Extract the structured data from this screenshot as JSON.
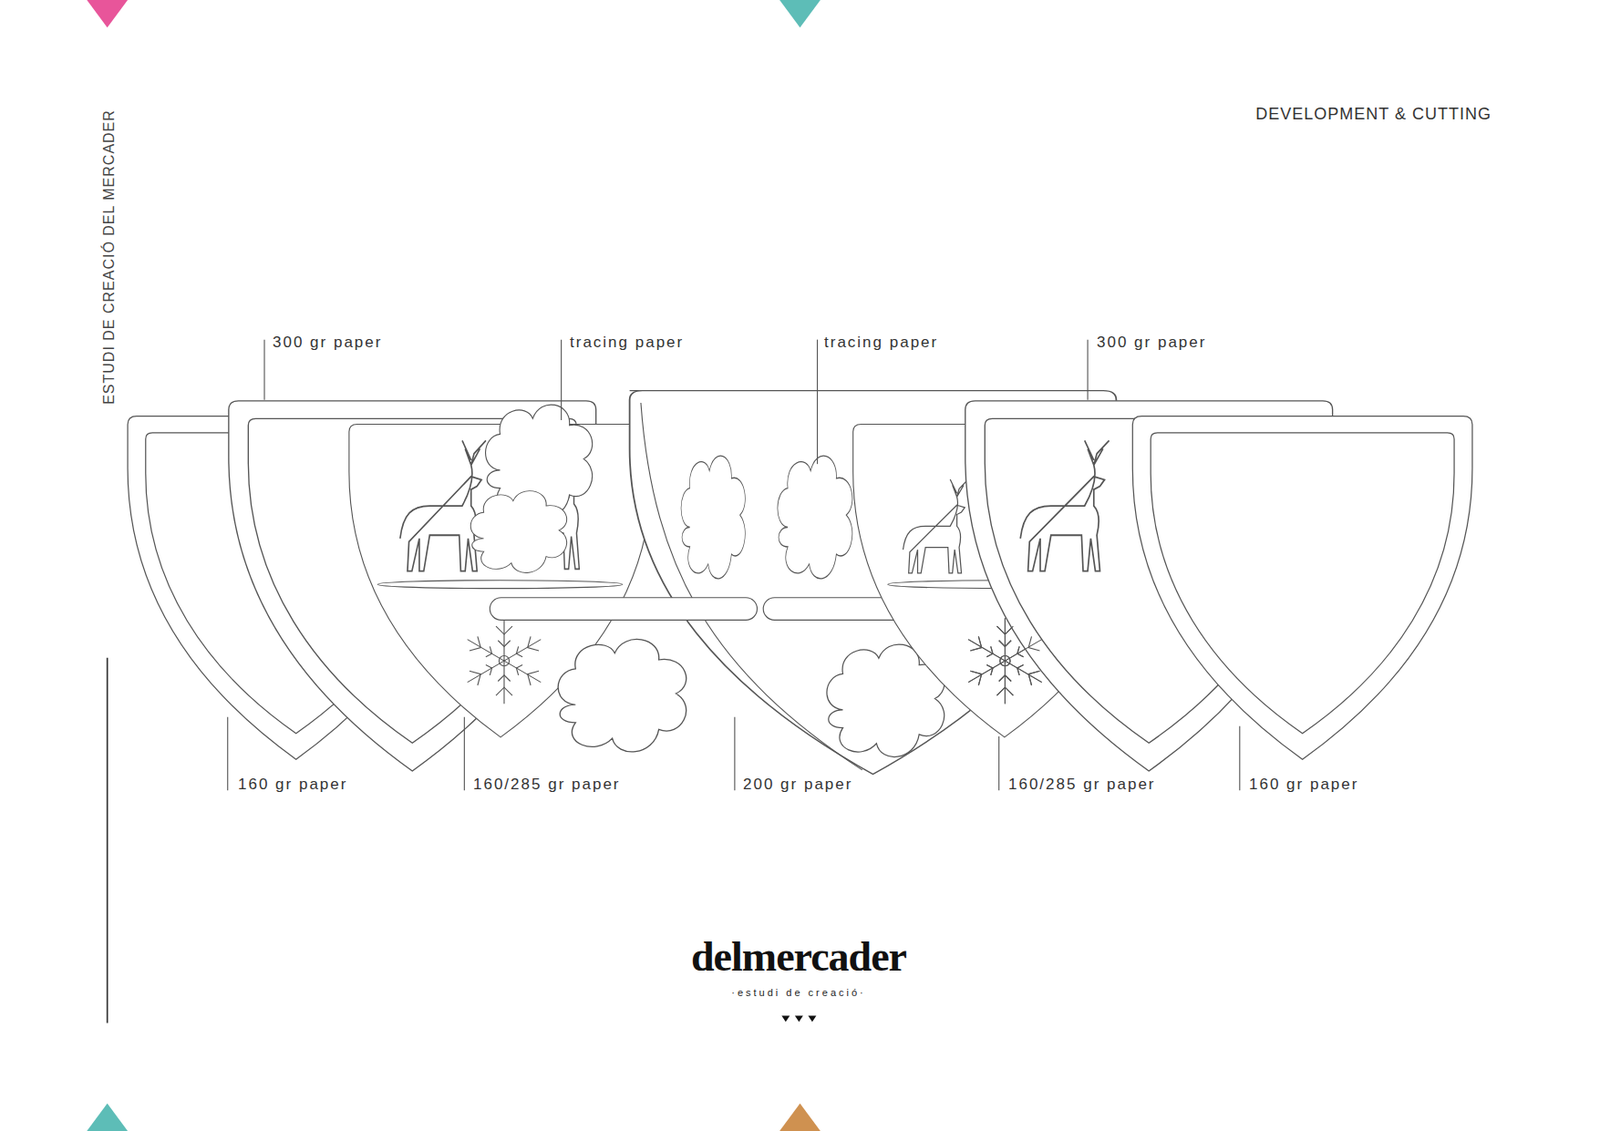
{
  "diagram": {
    "title": "DEVELOPMENT & CUTTING",
    "labels": [
      "ESTUDI DE CREACIÓ DEL MERCADER",
      "300 gr paper",
      "tracing paper",
      "tracing paper",
      "300 gr paper",
      "160 gr paper",
      "160/285 gr paper",
      "200 gr paper",
      "160/285 gr paper",
      "160 gr paper",
      "delmercader",
      "·estudi de creació·"
    ]
  }
}
